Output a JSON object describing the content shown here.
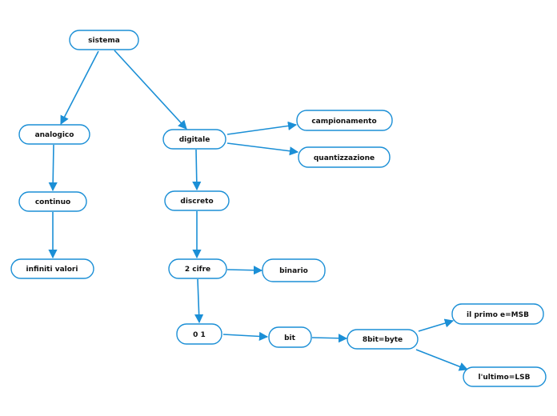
{
  "nodes": {
    "sistema": "sistema",
    "analogico": "analogico",
    "digitale": "digitale",
    "campionamento": "campionamento",
    "quantizzazione": "quantizzazione",
    "continuo": "continuo",
    "discreto": "discreto",
    "infiniti_valori": "infiniti valori",
    "due_cifre": "2 cifre",
    "binario": "binario",
    "zero_uno": "0 1",
    "bit": "bit",
    "byte": "8bit=byte",
    "msb": "il primo e=MSB",
    "lsb": "l'ultimo=LSB"
  },
  "colors": {
    "accent": "#1b8fd6",
    "text": "#111111",
    "background": "#ffffff"
  }
}
